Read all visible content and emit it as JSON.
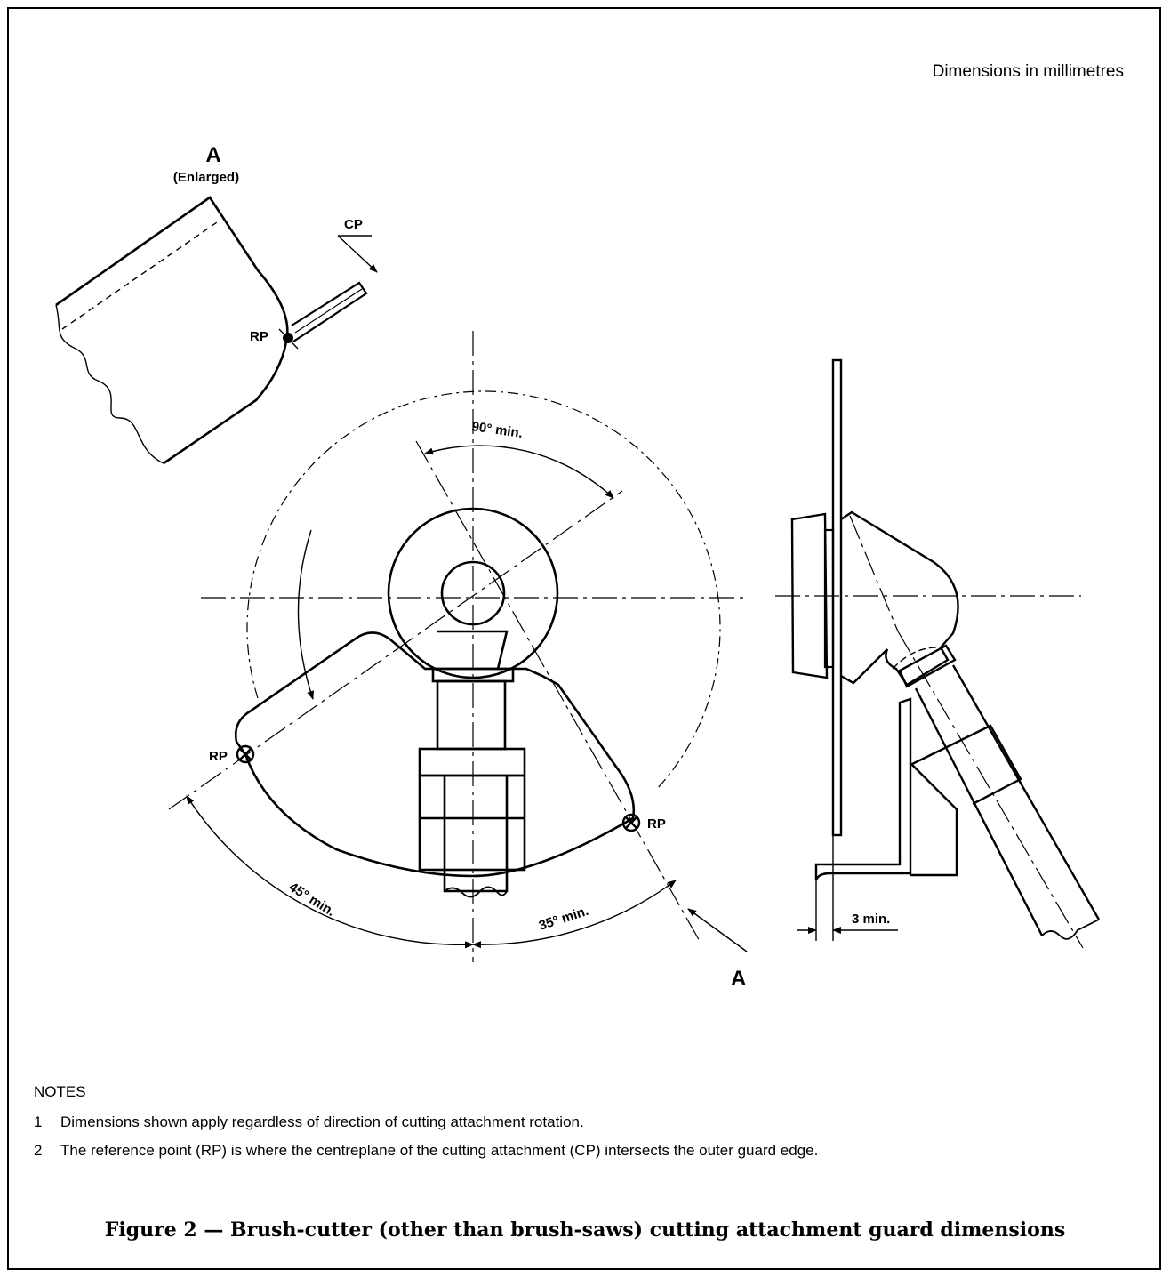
{
  "header": {
    "units_note": "Dimensions in millimetres"
  },
  "detail": {
    "view_letter": "A",
    "view_qualifier": "(Enlarged)",
    "cp_label": "CP",
    "rp_label": "RP"
  },
  "front_view": {
    "angle_top": "90° min.",
    "angle_left": "45° min.",
    "angle_right": "35° min.",
    "rp_left": "RP",
    "rp_right": "RP",
    "section_letter": "A"
  },
  "side_view": {
    "gap_dimension": "3 min."
  },
  "notes": {
    "heading": "NOTES",
    "items": [
      {
        "num": "1",
        "text": "Dimensions shown apply regardless of direction of cutting attachment rotation."
      },
      {
        "num": "2",
        "text": "The reference point (RP) is where the centreplane of the cutting attachment (CP) intersects the outer guard edge."
      }
    ]
  },
  "caption": "Figure 2 — Brush-cutter (other than brush-saws) cutting attachment guard dimensions"
}
